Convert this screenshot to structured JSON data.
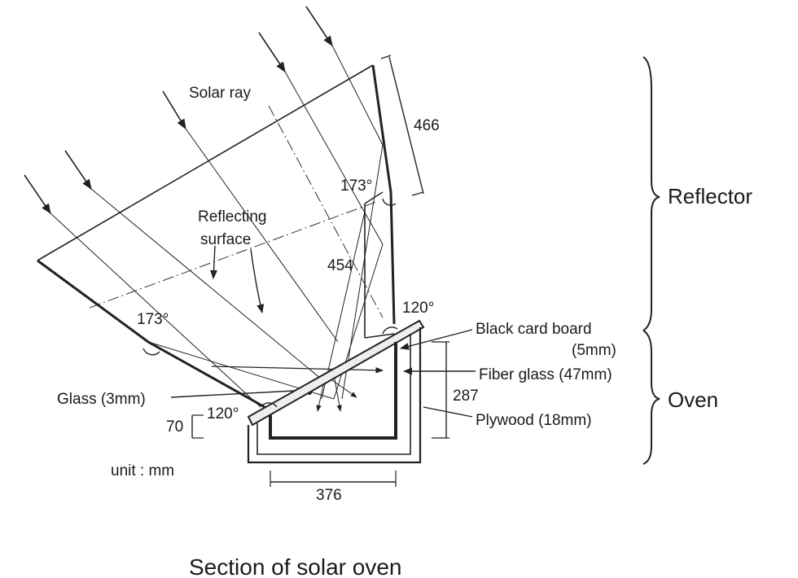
{
  "diagram": {
    "title": "Section of solar oven",
    "unit": "unit : mm",
    "labels": {
      "solar_ray": "Solar ray",
      "reflecting_surface_line1": "Reflecting",
      "reflecting_surface_line2": "surface",
      "black_card_board": "Black card board",
      "black_card_board_thickness": "(5mm)",
      "fiber_glass": "Fiber glass (47mm)",
      "plywood": "Plywood (18mm)",
      "glass": "Glass (3mm)"
    },
    "sections": {
      "reflector": "Reflector",
      "oven": "Oven"
    },
    "dimensions": {
      "top_reflector": "466",
      "diagonal": "454",
      "oven_height": "287",
      "base_width": "376",
      "glass_offset": "70"
    },
    "angles": {
      "upper_right": "173°",
      "left_fold": "173°",
      "right_corner": "120°",
      "left_corner": "120°"
    }
  }
}
